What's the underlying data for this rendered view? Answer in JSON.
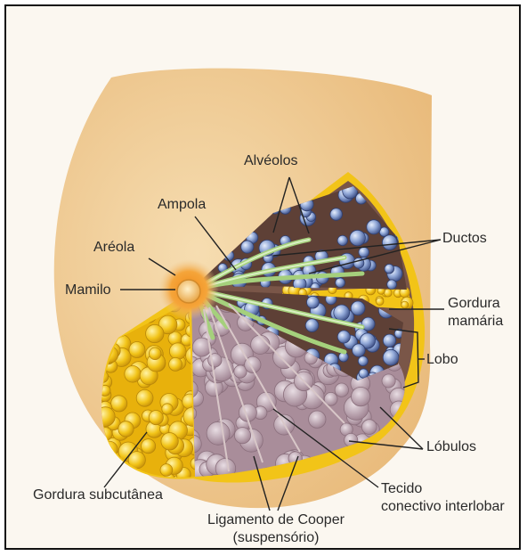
{
  "labels": {
    "alveolos": "Alvéolos",
    "ampola": "Ampola",
    "areola": "Aréola",
    "mamilo": "Mamilo",
    "ductos": "Ductos",
    "gordura_mamaria_1": "Gordura",
    "gordura_mamaria_2": "mamária",
    "lobo": "Lobo",
    "lobulos": "Lóbulos",
    "gordura_subcutanea": "Gordura subcutânea",
    "tecido_1": "Tecido",
    "tecido_2": "conectivo interlobar",
    "ligamento_1": "Ligamento de Cooper",
    "ligamento_2": "(suspensório)"
  },
  "colors": {
    "background": "#fbf7f0",
    "skin": "#efc88e",
    "fat": "#f2c418",
    "areola": "#f3a02c",
    "lobule_tissue": "#b79aa8",
    "alveoli": "#8fa6d6",
    "duct": "#9fcf78",
    "lobe_dark": "#6b4a3e"
  }
}
